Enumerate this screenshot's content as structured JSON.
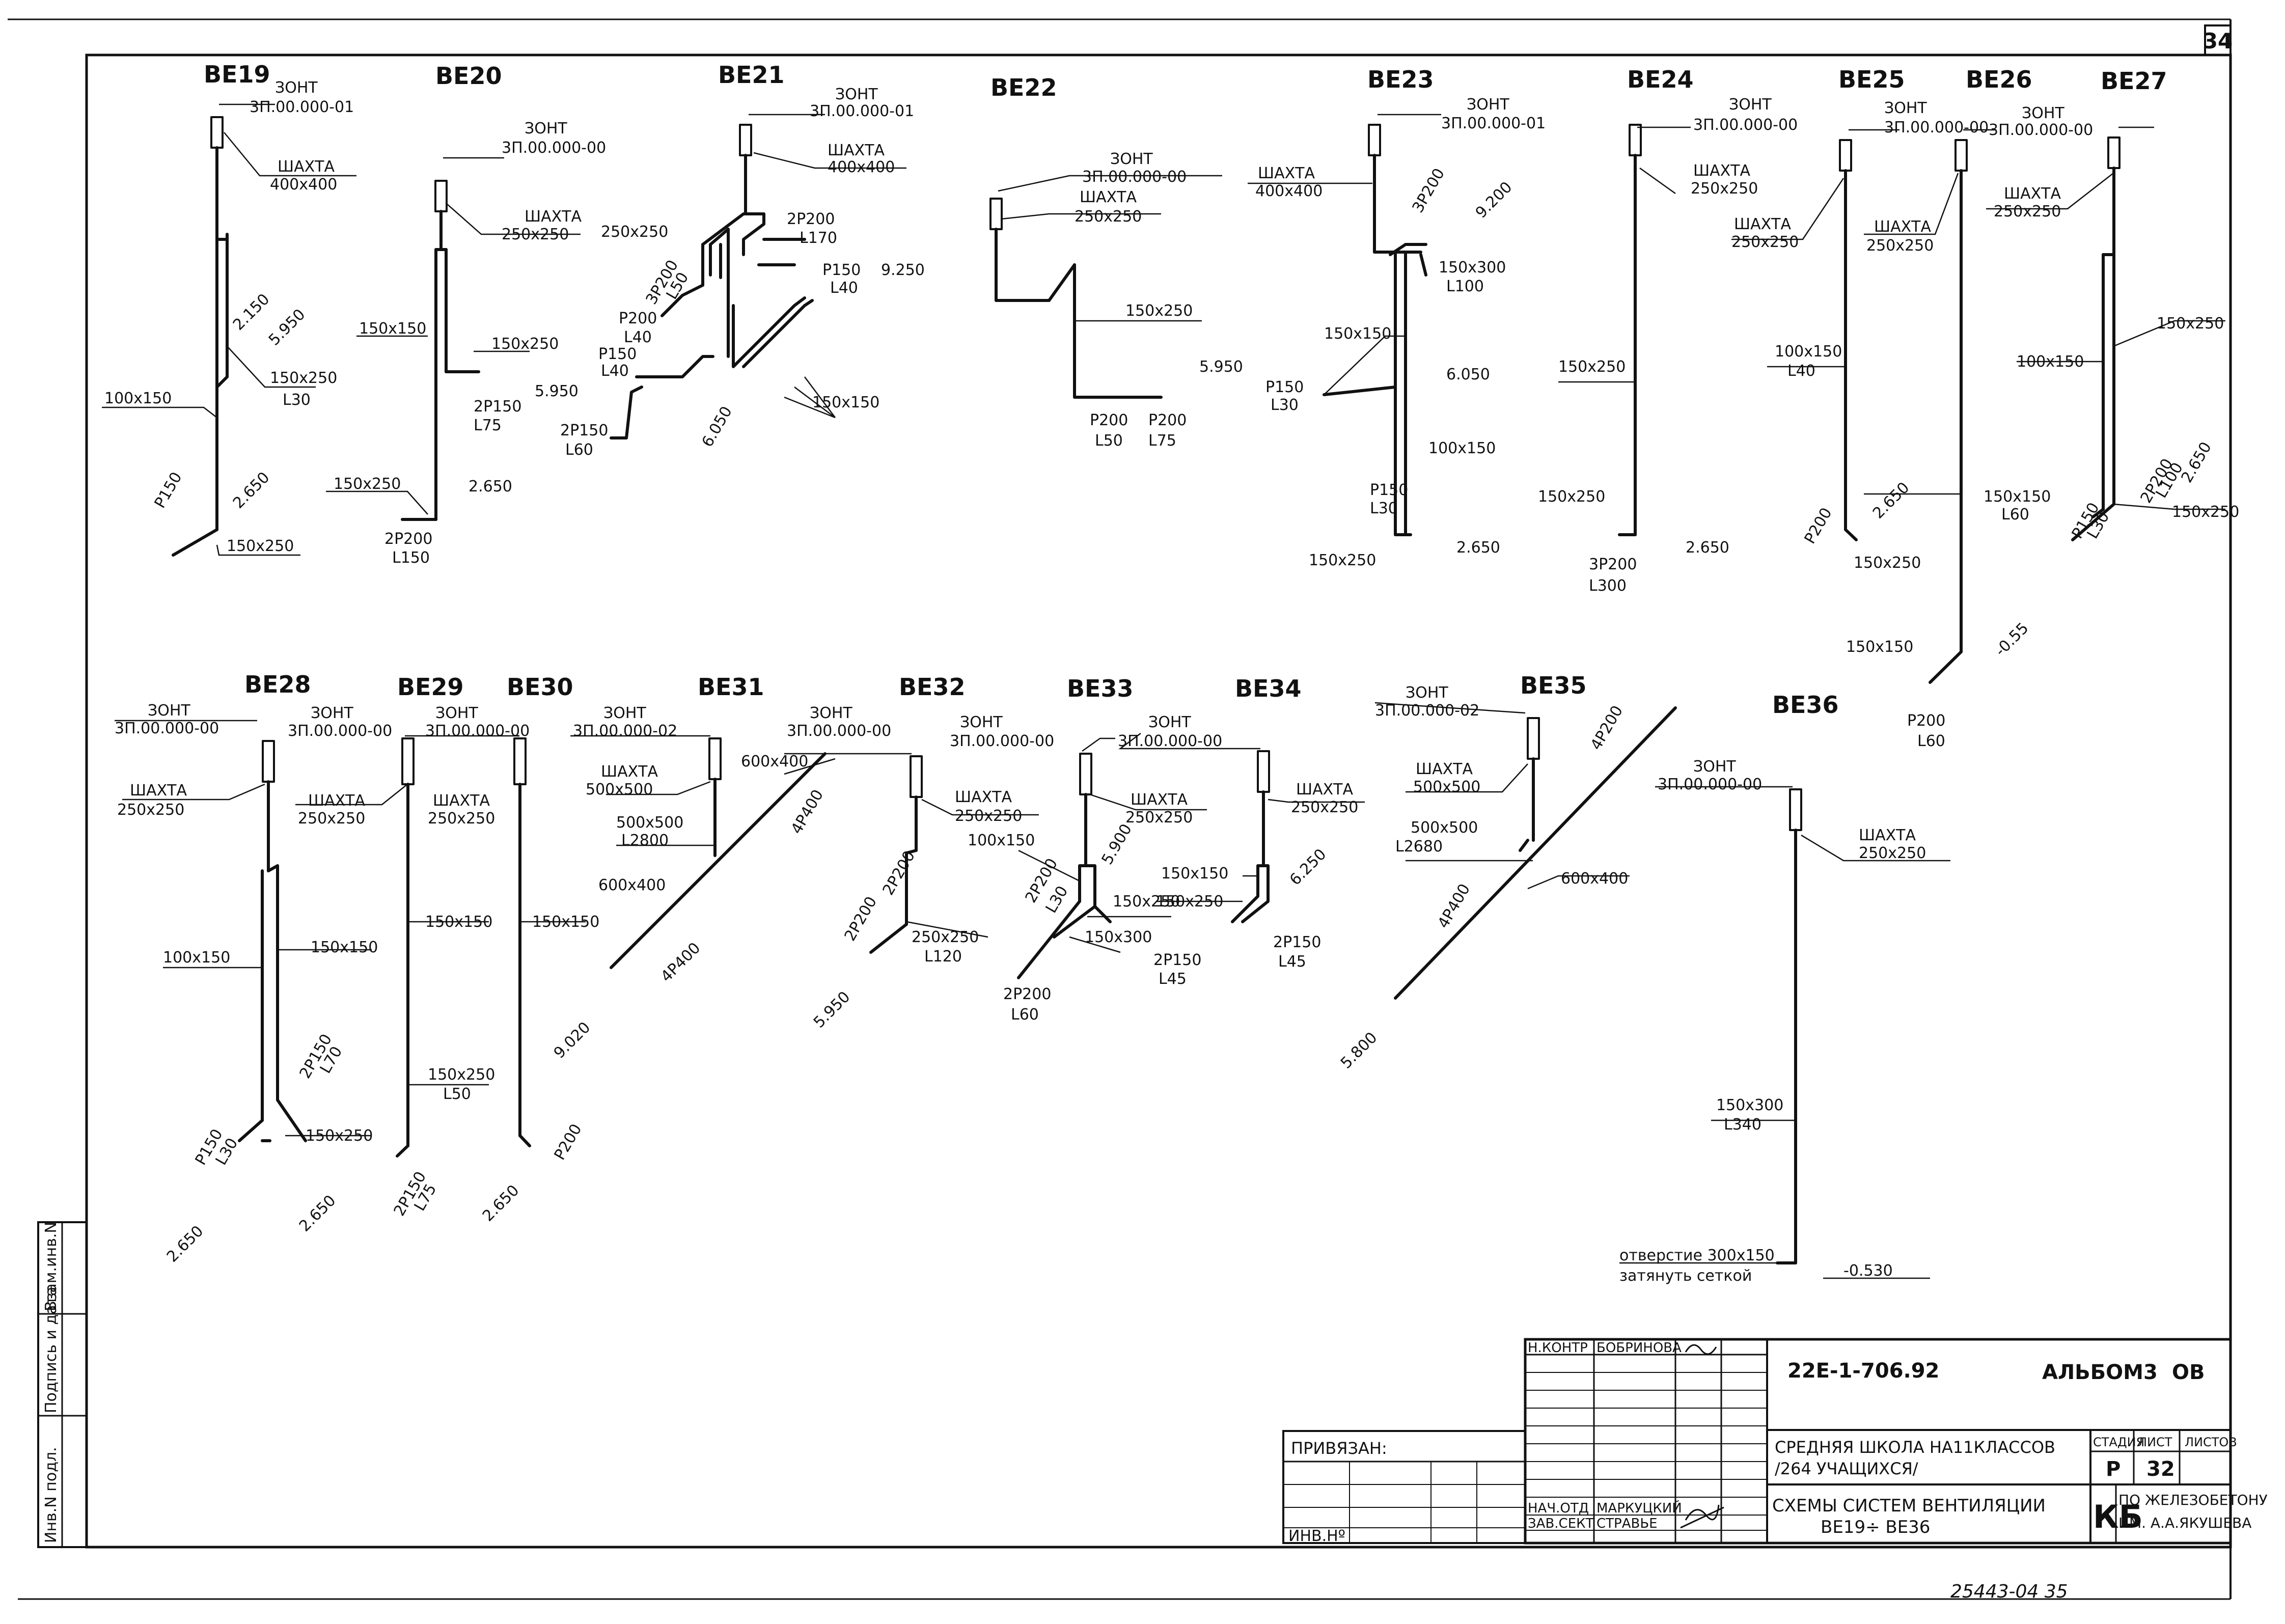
{
  "sheet": {
    "sheet_number": "34",
    "corner_note": "25443-04   35",
    "side_stamp": [
      "Инв.N подл.",
      "Подпись и дата",
      "Взам.инв.N"
    ]
  },
  "systems": [
    {
      "name": "ВЕ19",
      "labels": [
        "ЗОНТ",
        "3П.00.000-01",
        "ШАХТА",
        "400х400",
        "100х150",
        "2.150",
        "5.950",
        "150х250",
        "L30",
        "Р150",
        "2.650",
        "150х250"
      ]
    },
    {
      "name": "ВЕ20",
      "labels": [
        "ЗОНТ",
        "3П.00.000-00",
        "ШАХТА",
        "250х250",
        "150х150",
        "150х250",
        "2Р150",
        "L75",
        "5.950",
        "150х250",
        "2Р200",
        "L150",
        "2.650"
      ]
    },
    {
      "name": "ВЕ21",
      "labels": [
        "ЗОНТ",
        "3П.00.000-01",
        "ШАХТА",
        "400х400",
        "250х250",
        "2Р200",
        "L170",
        "3Р200",
        "L50",
        "Р150",
        "L40",
        "9.250",
        "Р200",
        "L40",
        "Р150",
        "L40",
        "2Р150",
        "L60",
        "6.050",
        "150х150"
      ]
    },
    {
      "name": "ВЕ22",
      "labels": [
        "ЗОНТ",
        "3П.00.000-00",
        "ШАХТА",
        "250х250",
        "150х250",
        "5.950",
        "Р200",
        "L50",
        "Р200",
        "L75"
      ]
    },
    {
      "name": "ВЕ23",
      "labels": [
        "ЗОНТ",
        "3П.00.000-01",
        "ШАХТА",
        "400х400",
        "3Р200",
        "9.200",
        "150х300",
        "L100",
        "150х150",
        "Р150",
        "L30",
        "6.050",
        "100х150",
        "Р150",
        "L30",
        "150х250",
        "2.650"
      ]
    },
    {
      "name": "ВЕ24",
      "labels": [
        "ЗОНТ",
        "3П.00.000-00",
        "ШАХТА",
        "250х250",
        "150х250",
        "150х250",
        "3Р200",
        "L300",
        "2.650"
      ]
    },
    {
      "name": "ВЕ25",
      "labels": [
        "ЗОНТ",
        "3П.00.000-00",
        "ШАХТА",
        "250х250",
        "100х150",
        "L40",
        "Р200",
        "2.650",
        "150х250"
      ]
    },
    {
      "name": "ВЕ26",
      "labels": [
        "ШАХТА",
        "250х250",
        "150х150",
        "L60",
        "-0.55",
        "150х150",
        "Р200",
        "L60"
      ]
    },
    {
      "name": "ВЕ27",
      "labels": [
        "ЗОНТ",
        "3П.00.000-00",
        "ШАХТА",
        "250х250",
        "150х250",
        "100х150",
        "2Р200",
        "L100",
        "2.650",
        "Р150",
        "L30",
        "150х250"
      ]
    },
    {
      "name": "ВЕ28",
      "labels": [
        "ЗОНТ",
        "3П.00.000-00",
        "ШАХТА",
        "250х250",
        "100х150",
        "150х150",
        "2Р150",
        "L70",
        "Р150",
        "L30",
        "150х250",
        "2.650",
        "2.650"
      ]
    },
    {
      "name": "ВЕ29",
      "labels": [
        "ЗОНТ",
        "3П.00.000-00",
        "ШАХТА",
        "250х250",
        "150х150",
        "150х250",
        "L50",
        "2Р150",
        "L75"
      ]
    },
    {
      "name": "ВЕ30",
      "labels": [
        "ЗОНТ",
        "3П.00.000-00",
        "ШАХТА",
        "250х250",
        "150х150",
        "Р200",
        "2.650"
      ]
    },
    {
      "name": "ВЕ31",
      "labels": [
        "ЗОНТ",
        "3П.00.000-02",
        "ШАХТА",
        "500х500",
        "600х400",
        "500х500",
        "L2800",
        "600х400",
        "4Р400",
        "4Р400",
        "9.020"
      ]
    },
    {
      "name": "ВЕ32",
      "labels": [
        "ЗОНТ",
        "3П.00.000-00",
        "ШАХТА",
        "250х250",
        "2Р200",
        "2Р200",
        "250х250",
        "L120",
        "5.950"
      ]
    },
    {
      "name": "ВЕ33",
      "labels": [
        "ЗОНТ",
        "3П.00.000-00",
        "ШАХТА",
        "250х250",
        "100х150",
        "2Р200",
        "L30",
        "5.900",
        "150х250",
        "150х300",
        "2Р150",
        "L45",
        "2Р200",
        "L60"
      ]
    },
    {
      "name": "ВЕ34",
      "labels": [
        "ЗОНТ",
        "3П.00.000-00",
        "ШАХТА",
        "250х250",
        "150х150",
        "150х250",
        "6.250",
        "2Р150",
        "L45"
      ]
    },
    {
      "name": "ВЕ35",
      "labels": [
        "ЗОНТ",
        "3П.00.000-02",
        "ШАХТА",
        "500х500",
        "500х500",
        "L2680",
        "4Р200",
        "4Р400",
        "600х400",
        "5.800"
      ]
    },
    {
      "name": "ВЕ36",
      "labels": [
        "ЗОНТ",
        "3П.00.000-00",
        "ШАХТА",
        "250х250",
        "150х300",
        "L340",
        "отверстие 300х150",
        "затянуть сеткой",
        "-0.530"
      ]
    }
  ],
  "title_block": {
    "doc_code": "22Е-1-706.92",
    "album": "АЛЬБОМ3",
    "section": "ОВ",
    "project_line1": "СРЕДНЯЯ ШКОЛА НА11КЛАССОВ",
    "project_line2": "/264 УЧАЩИХСЯ/",
    "drawing_line1": "СХЕМЫ СИСТЕМ ВЕНТИЛЯЦИИ",
    "drawing_line2": "ВЕ19÷ ВЕ36",
    "stage_hdr": "СТАДИЯ",
    "sheet_hdr": "ЛИСТ",
    "sheets_hdr": "ЛИСТОВ",
    "stage": "Р",
    "sheet": "32",
    "sheets": "",
    "tied": "ПРИВЯЗАН:",
    "inv": "ИНВ.Нº",
    "role1": "Н.КОНТР",
    "name1": "БОБРИНОВА",
    "role2a": "НАЧ.ОТД",
    "role2b": "ЗАВ.СЕКТ",
    "name2a": "МАРКУЦКИЙ",
    "name2b": "СТРАВЬЕ",
    "org_mark": "КБ",
    "org_line1": "ПО ЖЕЛЕЗОБЕТОНУ",
    "org_line2": "ИМ. А.А.ЯКУШЕВА"
  }
}
